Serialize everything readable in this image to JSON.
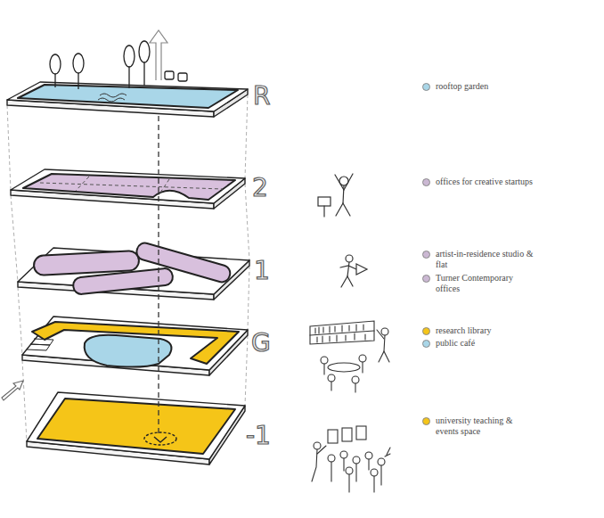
{
  "diagram": {
    "labels": [
      "R",
      "2",
      "1",
      "G",
      "-1"
    ],
    "legend": [
      {
        "text": "rooftop garden",
        "color": "#a9d6e8"
      },
      {
        "text": "offices for creative startups",
        "color": "#cbb8d3"
      },
      {
        "text": "artist-in-residence studio & flat",
        "color": "#cbb8d3"
      },
      {
        "text": "Turner Contemporary offices",
        "color": "#cbb8d3"
      },
      {
        "text": "research library",
        "color": "#f5c518"
      },
      {
        "text": "public café",
        "color": "#a9d6e8"
      },
      {
        "text": "university teaching & events space",
        "color": "#f5c518"
      }
    ]
  }
}
